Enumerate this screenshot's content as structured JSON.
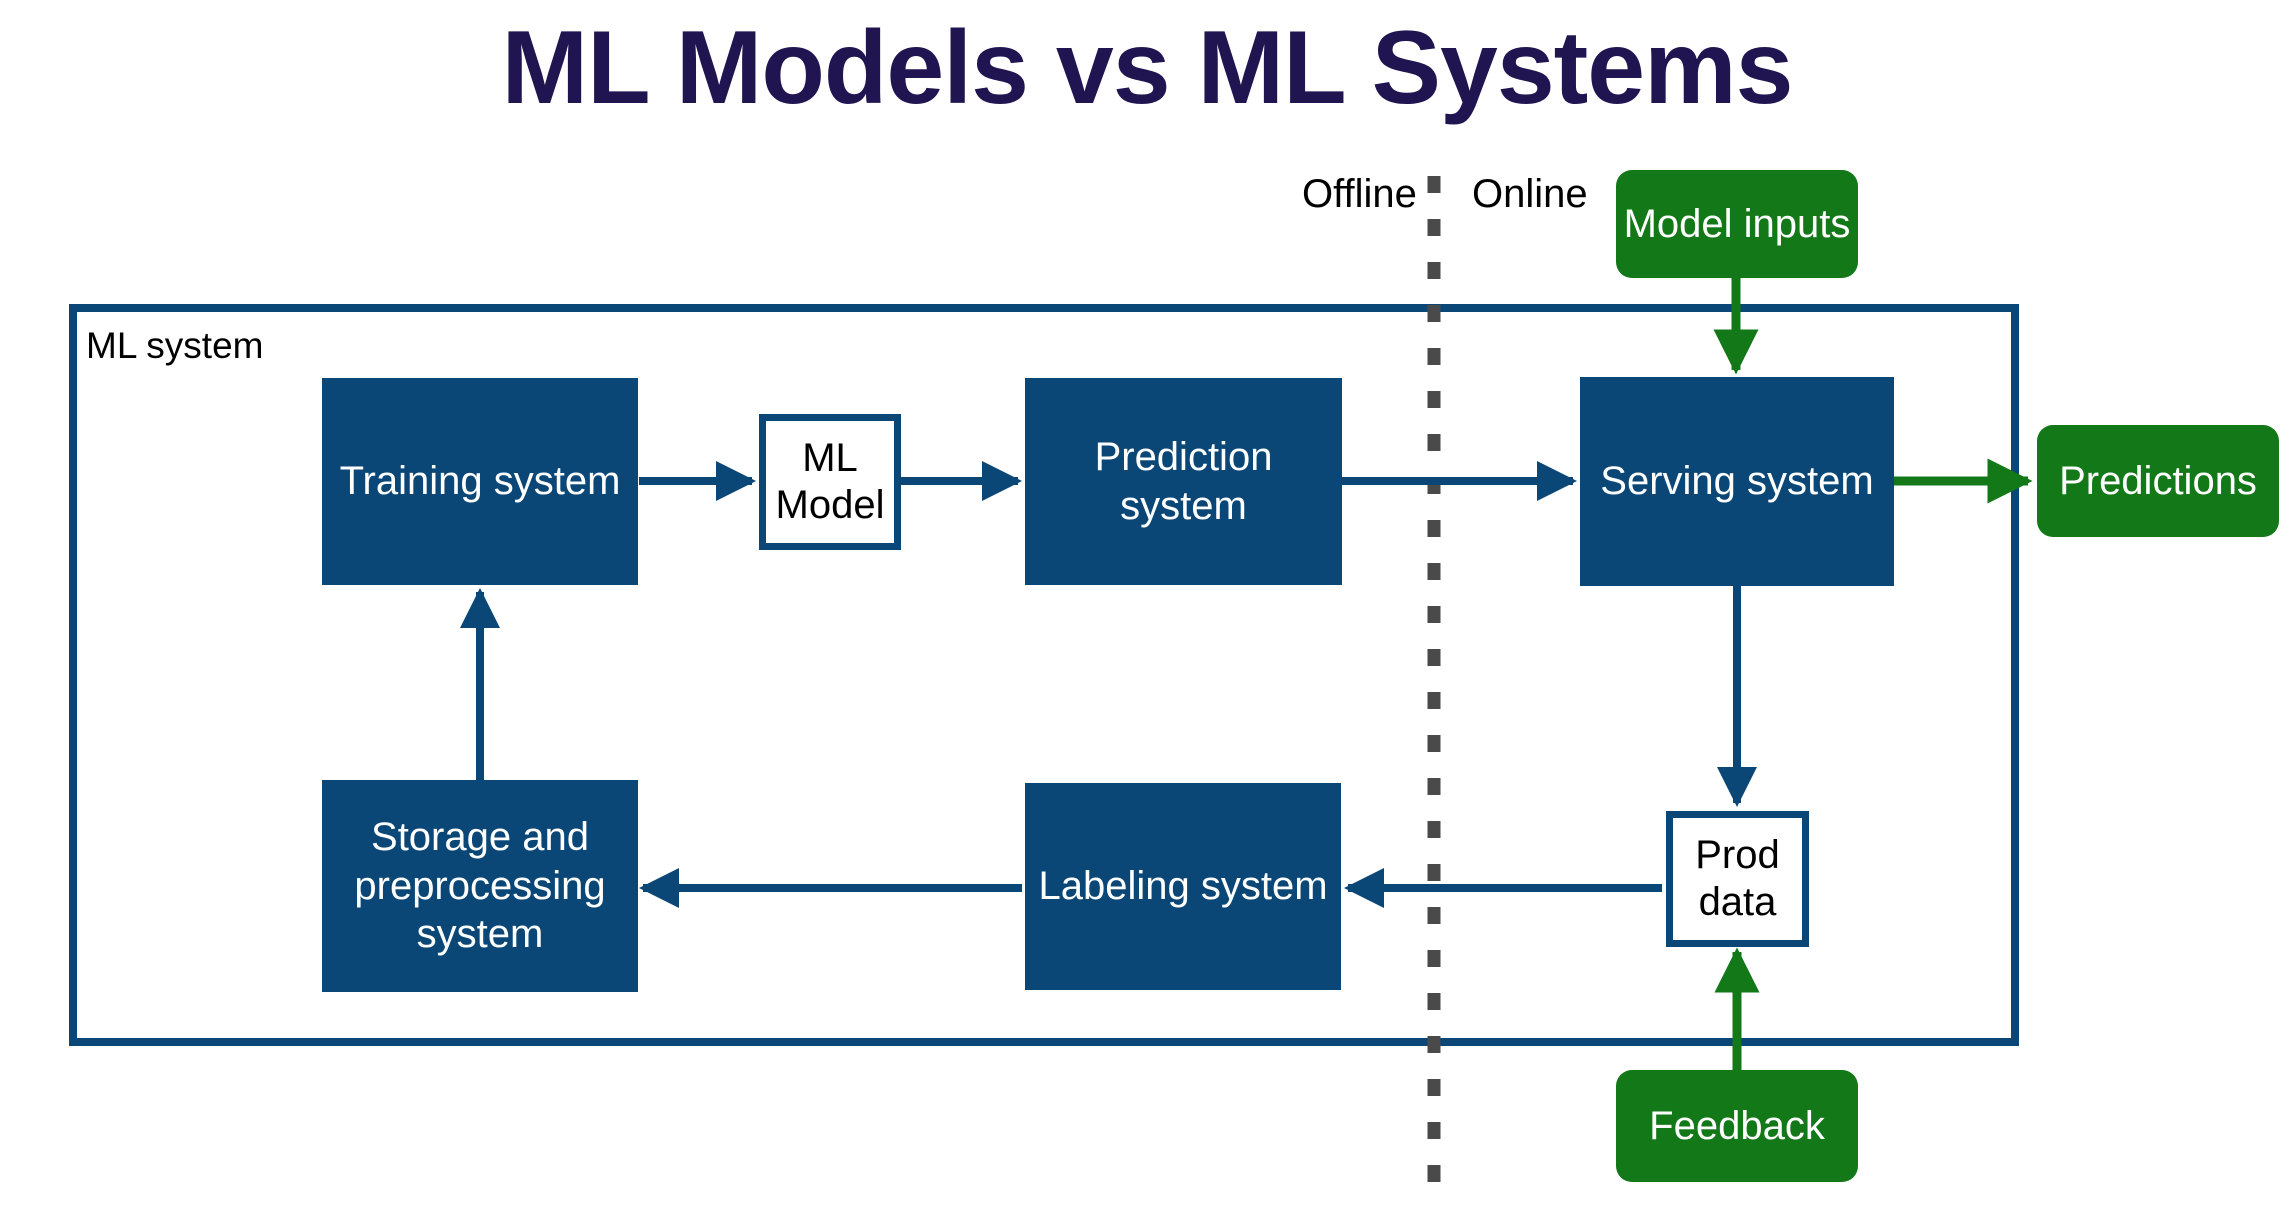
{
  "page": {
    "title": "ML Models vs ML Systems",
    "background": "#ffffff"
  },
  "colors": {
    "title": "#211551",
    "system_blue": "#0a4777",
    "accent_green": "#137818",
    "divider_gray": "#4a4a4a",
    "text_on_fill": "#ffffff",
    "text_dark": "#000000"
  },
  "phase_labels": {
    "offline": "Offline",
    "online": "Online"
  },
  "boundary": {
    "label": "ML system"
  },
  "nodes": {
    "training_system": {
      "label": "Training system",
      "style": "filled-blue"
    },
    "ml_model": {
      "label": "ML\nModel",
      "line1": "ML",
      "line2": "Model",
      "style": "outline-blue"
    },
    "prediction_system": {
      "label": "Prediction system",
      "line1": "Prediction",
      "line2": "system",
      "style": "filled-blue"
    },
    "serving_system": {
      "label": "Serving system",
      "style": "filled-blue"
    },
    "storage_preprocessing_system": {
      "label": "Storage and preprocessing system",
      "line1": "Storage and",
      "line2": "preprocessing",
      "line3": "system",
      "style": "filled-blue"
    },
    "labeling_system": {
      "label": "Labeling system",
      "style": "filled-blue"
    },
    "prod_data": {
      "label": "Prod data",
      "line1": "Prod",
      "line2": "data",
      "style": "outline-blue"
    },
    "model_inputs": {
      "label": "Model inputs",
      "style": "rounded-green"
    },
    "predictions": {
      "label": "Predictions",
      "style": "rounded-green"
    },
    "feedback": {
      "label": "Feedback",
      "style": "rounded-green"
    }
  },
  "edges": [
    {
      "from": "training_system",
      "to": "ml_model",
      "color": "#0a4777",
      "direction": "right"
    },
    {
      "from": "ml_model",
      "to": "prediction_system",
      "color": "#0a4777",
      "direction": "right"
    },
    {
      "from": "prediction_system",
      "to": "serving_system",
      "color": "#0a4777",
      "direction": "right"
    },
    {
      "from": "model_inputs",
      "to": "serving_system",
      "color": "#137818",
      "direction": "down"
    },
    {
      "from": "serving_system",
      "to": "predictions",
      "color": "#137818",
      "direction": "right"
    },
    {
      "from": "serving_system",
      "to": "prod_data",
      "color": "#0a4777",
      "direction": "down"
    },
    {
      "from": "feedback",
      "to": "prod_data",
      "color": "#137818",
      "direction": "up"
    },
    {
      "from": "prod_data",
      "to": "labeling_system",
      "color": "#0a4777",
      "direction": "left"
    },
    {
      "from": "labeling_system",
      "to": "storage_preprocessing_system",
      "color": "#0a4777",
      "direction": "left"
    },
    {
      "from": "storage_preprocessing_system",
      "to": "training_system",
      "color": "#0a4777",
      "direction": "up"
    }
  ]
}
